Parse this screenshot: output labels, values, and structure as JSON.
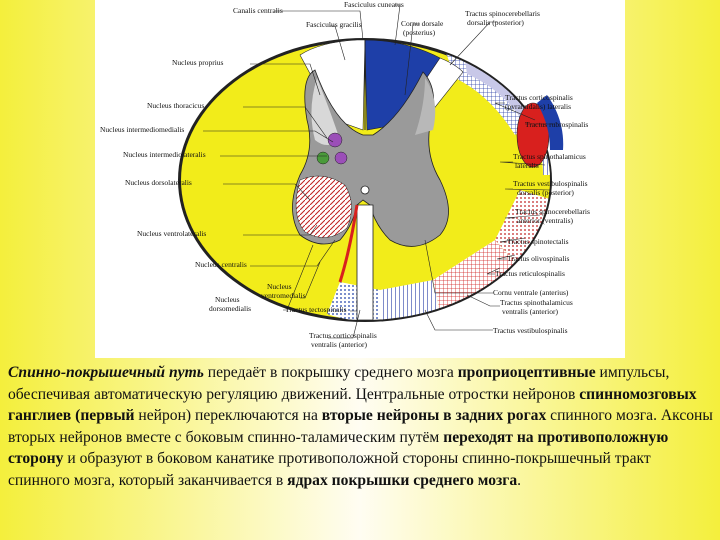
{
  "diagram": {
    "labels_top": {
      "canalis_centralis": "Canalis centralis",
      "fasciculus_cuneatus": "Fasciculus cuneatus",
      "fasciculus_gracilis": "Fasciculus gracilis",
      "cornu_dorsale": "Cornu dorsale",
      "cornu_dorsale_2": "(posterius)",
      "tract_sc_dorsalis_1": "Tractus spinocerebellaris",
      "tract_sc_dorsalis_2": "dorsalis (posterior)"
    },
    "labels_left": [
      {
        "key": "nucleus_proprius",
        "text": "Nucleus proprius"
      },
      {
        "key": "nucleus_thoracicus",
        "text": "Nucleus thoracicus"
      },
      {
        "key": "nucleus_intermediomedialis",
        "text": "Nucleus intermediomedialis"
      },
      {
        "key": "nucleus_intermediolateralis",
        "text": "Nucleus intermediolateralis"
      },
      {
        "key": "nucleus_dorsolateralis",
        "text": "Nucleus dorsolateralis"
      },
      {
        "key": "nucleus_ventrolateralis",
        "text": "Nucleus ventrolateralis"
      },
      {
        "key": "nucleus_centralis",
        "text": "Nucleus centralis"
      }
    ],
    "labels_bottom": {
      "nucleus_vm_1": "Nucleus",
      "nucleus_vm_2": "ventromedialis",
      "nucleus_dm_1": "Nucleus",
      "nucleus_dm_2": "dorsomedialis",
      "tractus_tectospinalis": "Tractus tectospinalis",
      "tract_cs_ventralis_1": "Tractus corticospinalis",
      "tract_cs_ventralis_2": "ventralis (anterior)"
    },
    "labels_right": [
      {
        "key": "tract_cs_lateralis_1",
        "text": "Tractus corticospinalis"
      },
      {
        "key": "tract_cs_lateralis_2",
        "text": "(pyramidalis) lateralis"
      },
      {
        "key": "tractus_rubrospinalis",
        "text": "Tractus rubrospinalis"
      },
      {
        "key": "tract_st_lateralis_1",
        "text": "Tractus spinothalamicus"
      },
      {
        "key": "tract_st_lateralis_2",
        "text": "lateralis"
      },
      {
        "key": "tract_vs_dorsalis_1",
        "text": "Tractus vestibulospinalis"
      },
      {
        "key": "tract_vs_dorsalis_2",
        "text": "dorsalis (posterior)"
      },
      {
        "key": "tract_sc_anterior_1",
        "text": "Tractus spinocerebellaris"
      },
      {
        "key": "tract_sc_anterior_2",
        "text": "anterior (ventralis)"
      },
      {
        "key": "tractus_spinotectalis",
        "text": "Tractus spinotectalis"
      },
      {
        "key": "tractus_olivospinalis",
        "text": "Tractus olivospinalis"
      },
      {
        "key": "tractus_reticulospinalis",
        "text": "Tractus reticulospinalis"
      },
      {
        "key": "cornu_ventrale",
        "text": "Cornu ventrale (anterius)"
      },
      {
        "key": "tract_st_anterior_1",
        "text": "Tractus spinothalamicus"
      },
      {
        "key": "tract_st_anterior_2",
        "text": "ventralis (anterior)"
      },
      {
        "key": "tractus_vestibulospinalis",
        "text": "Tractus vestibulospinalis"
      }
    ]
  },
  "caption": {
    "s1": "Спинно-покрышечный путь",
    "s2": " передаёт в покрышку среднего мозга ",
    "s3": "проприоцептивные",
    "s4": " импульсы, обеспечивая автоматическую регуляцию движений. Центральные отростки нейронов ",
    "s5": "спинномозговых ганглиев (первый",
    "s6": " нейрон) переключаются на ",
    "s7": "вторые нейроны в задних рогах",
    "s8": " спинного мозга. Аксоны вторых нейронов вместе с боковым спинно-таламическим путём ",
    "s9": "переходят на противоположную сторону",
    "s10": " и образуют в боковом канатике противоположной стороны спинно-покрышечный тракт спинного мозга, который заканчивается в ",
    "s11": "ядрах покрышки среднего мозга",
    "s12": "."
  },
  "colors": {
    "background_yellow": "#f4ef3c",
    "white_matter_yellow": "#f2ec1a",
    "blue_tract": "#1e3fa8",
    "red_tract": "#d8201e",
    "grey_matter": "#9a9a9a"
  }
}
